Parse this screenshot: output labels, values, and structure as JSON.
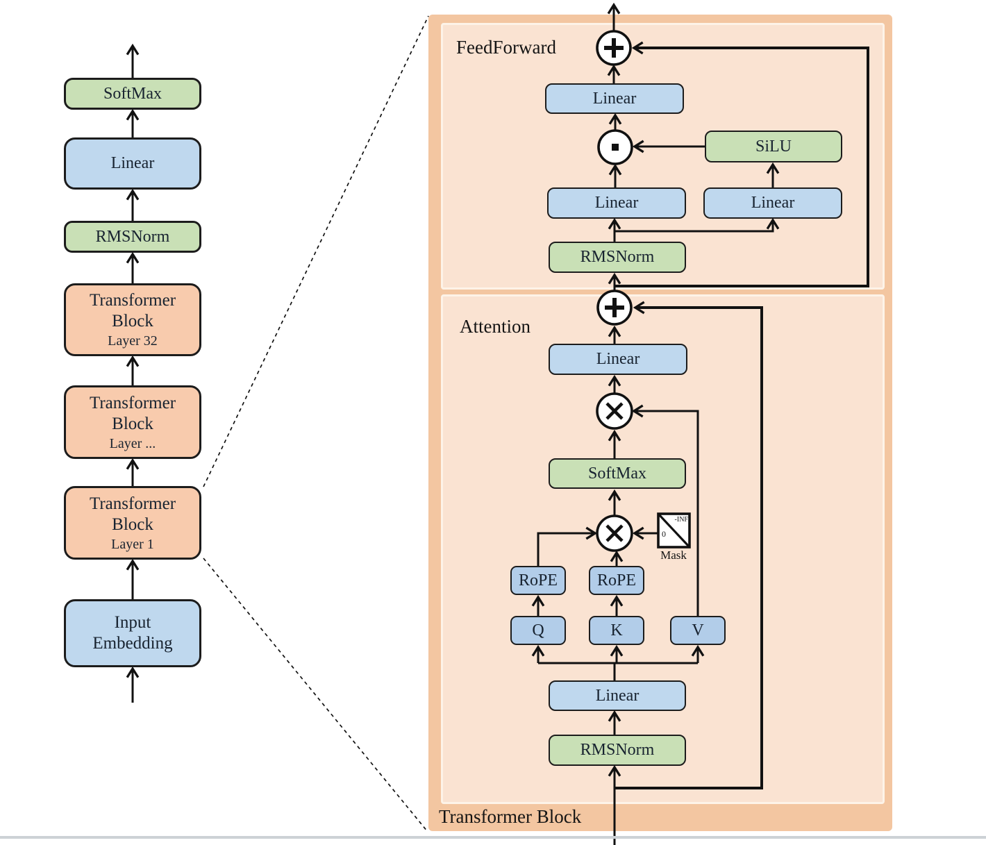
{
  "colors": {
    "box_blue": "#bfd8ee",
    "box_blue_dark": "#b2cde9",
    "box_green": "#c9e0b6",
    "box_orange": "#f8cbad",
    "panel_outer": "#f3c6a1",
    "panel_inner": "#fae3d2",
    "line": "#111111"
  },
  "left_column": {
    "blocks": [
      {
        "label": "SoftMax"
      },
      {
        "label": "Linear"
      },
      {
        "label": "RMSNorm"
      },
      {
        "line1": "Transformer",
        "line2": "Block",
        "sublabel": "Layer 32"
      },
      {
        "line1": "Transformer",
        "line2": "Block",
        "sublabel": "Layer ..."
      },
      {
        "line1": "Transformer",
        "line2": "Block",
        "sublabel": "Layer 1"
      },
      {
        "line1": "Input",
        "line2": "Embedding"
      }
    ]
  },
  "right_panel": {
    "title": "Transformer Block",
    "feedforward": {
      "label": "FeedForward",
      "linear_out": "Linear",
      "silu": "SiLU",
      "linear_gate": "Linear",
      "linear_up": "Linear",
      "rmsnorm": "RMSNorm"
    },
    "attention": {
      "label": "Attention",
      "linear_out": "Linear",
      "softmax": "SoftMax",
      "rope_q": "RoPE",
      "rope_k": "RoPE",
      "q": "Q",
      "k": "K",
      "v": "V",
      "linear_qkv": "Linear",
      "rmsnorm": "RMSNorm",
      "mask": {
        "label": "Mask",
        "upper": "-INF",
        "lower": "0"
      }
    }
  }
}
